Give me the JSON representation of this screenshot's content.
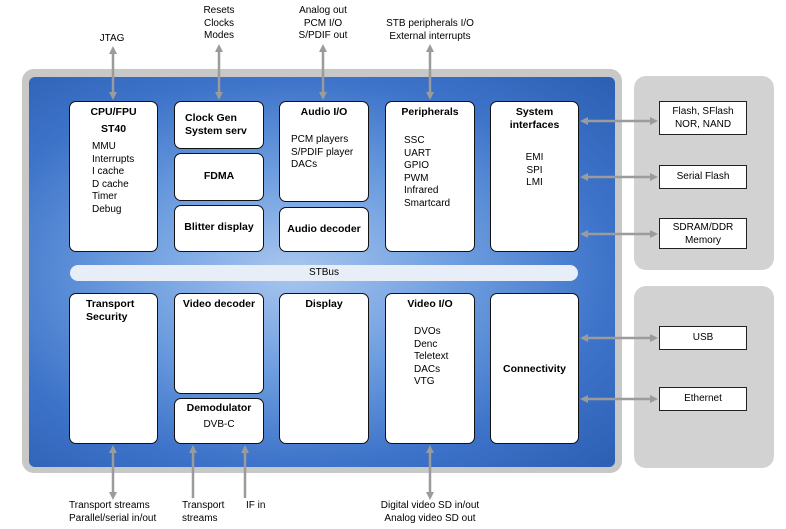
{
  "external_top": {
    "jtag": "JTAG",
    "clock": [
      "Resets",
      "Clocks",
      "Modes"
    ],
    "audio": [
      "Analog out",
      "PCM I/O",
      "S/PDIF out"
    ],
    "periph": [
      "STB peripherals I/O",
      "External interrupts"
    ]
  },
  "blocks": {
    "cpu": {
      "title": "CPU/FPU",
      "subtitle": "ST40",
      "items": [
        "MMU",
        "Interrupts",
        "I cache",
        "D cache",
        "Timer",
        "Debug"
      ]
    },
    "clockgen": {
      "title": "Clock Gen",
      "subtitle": "System serv"
    },
    "fdma": {
      "title": "FDMA"
    },
    "blitter": {
      "title": "Blitter display"
    },
    "audio_io": {
      "title": "Audio I/O",
      "items": [
        "PCM players",
        "S/PDIF player",
        "DACs"
      ]
    },
    "audio_decoder": {
      "title": "Audio decoder"
    },
    "peripherals": {
      "title": "Peripherals",
      "items": [
        "SSC",
        "UART",
        "GPIO",
        "PWM",
        "Infrared",
        "Smartcard"
      ]
    },
    "system_interfaces": {
      "title": "System",
      "subtitle": "interfaces",
      "items": [
        "EMI",
        "SPI",
        "LMI"
      ]
    },
    "stbus": "STBus",
    "transport_security": {
      "title": "Transport",
      "subtitle": "Security"
    },
    "video_decoder": {
      "title": "Video decoder"
    },
    "demodulator": {
      "title": "Demodulator",
      "subtitle": "DVB-C"
    },
    "display": {
      "title": "Display"
    },
    "video_io": {
      "title": "Video I/O",
      "items": [
        "DVOs",
        "Denc",
        "Teletext",
        "DACs",
        "VTG"
      ]
    },
    "connectivity": {
      "title": "Connectivity"
    }
  },
  "external_right": {
    "flash": [
      "Flash, SFlash",
      "NOR, NAND"
    ],
    "serial_flash": "Serial Flash",
    "sdram": [
      "SDRAM/DDR",
      "Memory"
    ],
    "usb": "USB",
    "ethernet": "Ethernet"
  },
  "external_bottom": {
    "transport_streams": [
      "Transport streams",
      "Parallel/serial in/out"
    ],
    "transport_streams2": [
      "Transport",
      "streams"
    ],
    "if_in": "IF in",
    "digital_video": [
      "Digital video SD in/out",
      "Analog video SD out"
    ]
  },
  "colors": {
    "chip_blue": "#3d73c9",
    "arrow_gray": "#a0a0a0",
    "panel_gray": "#d2d2d2"
  }
}
